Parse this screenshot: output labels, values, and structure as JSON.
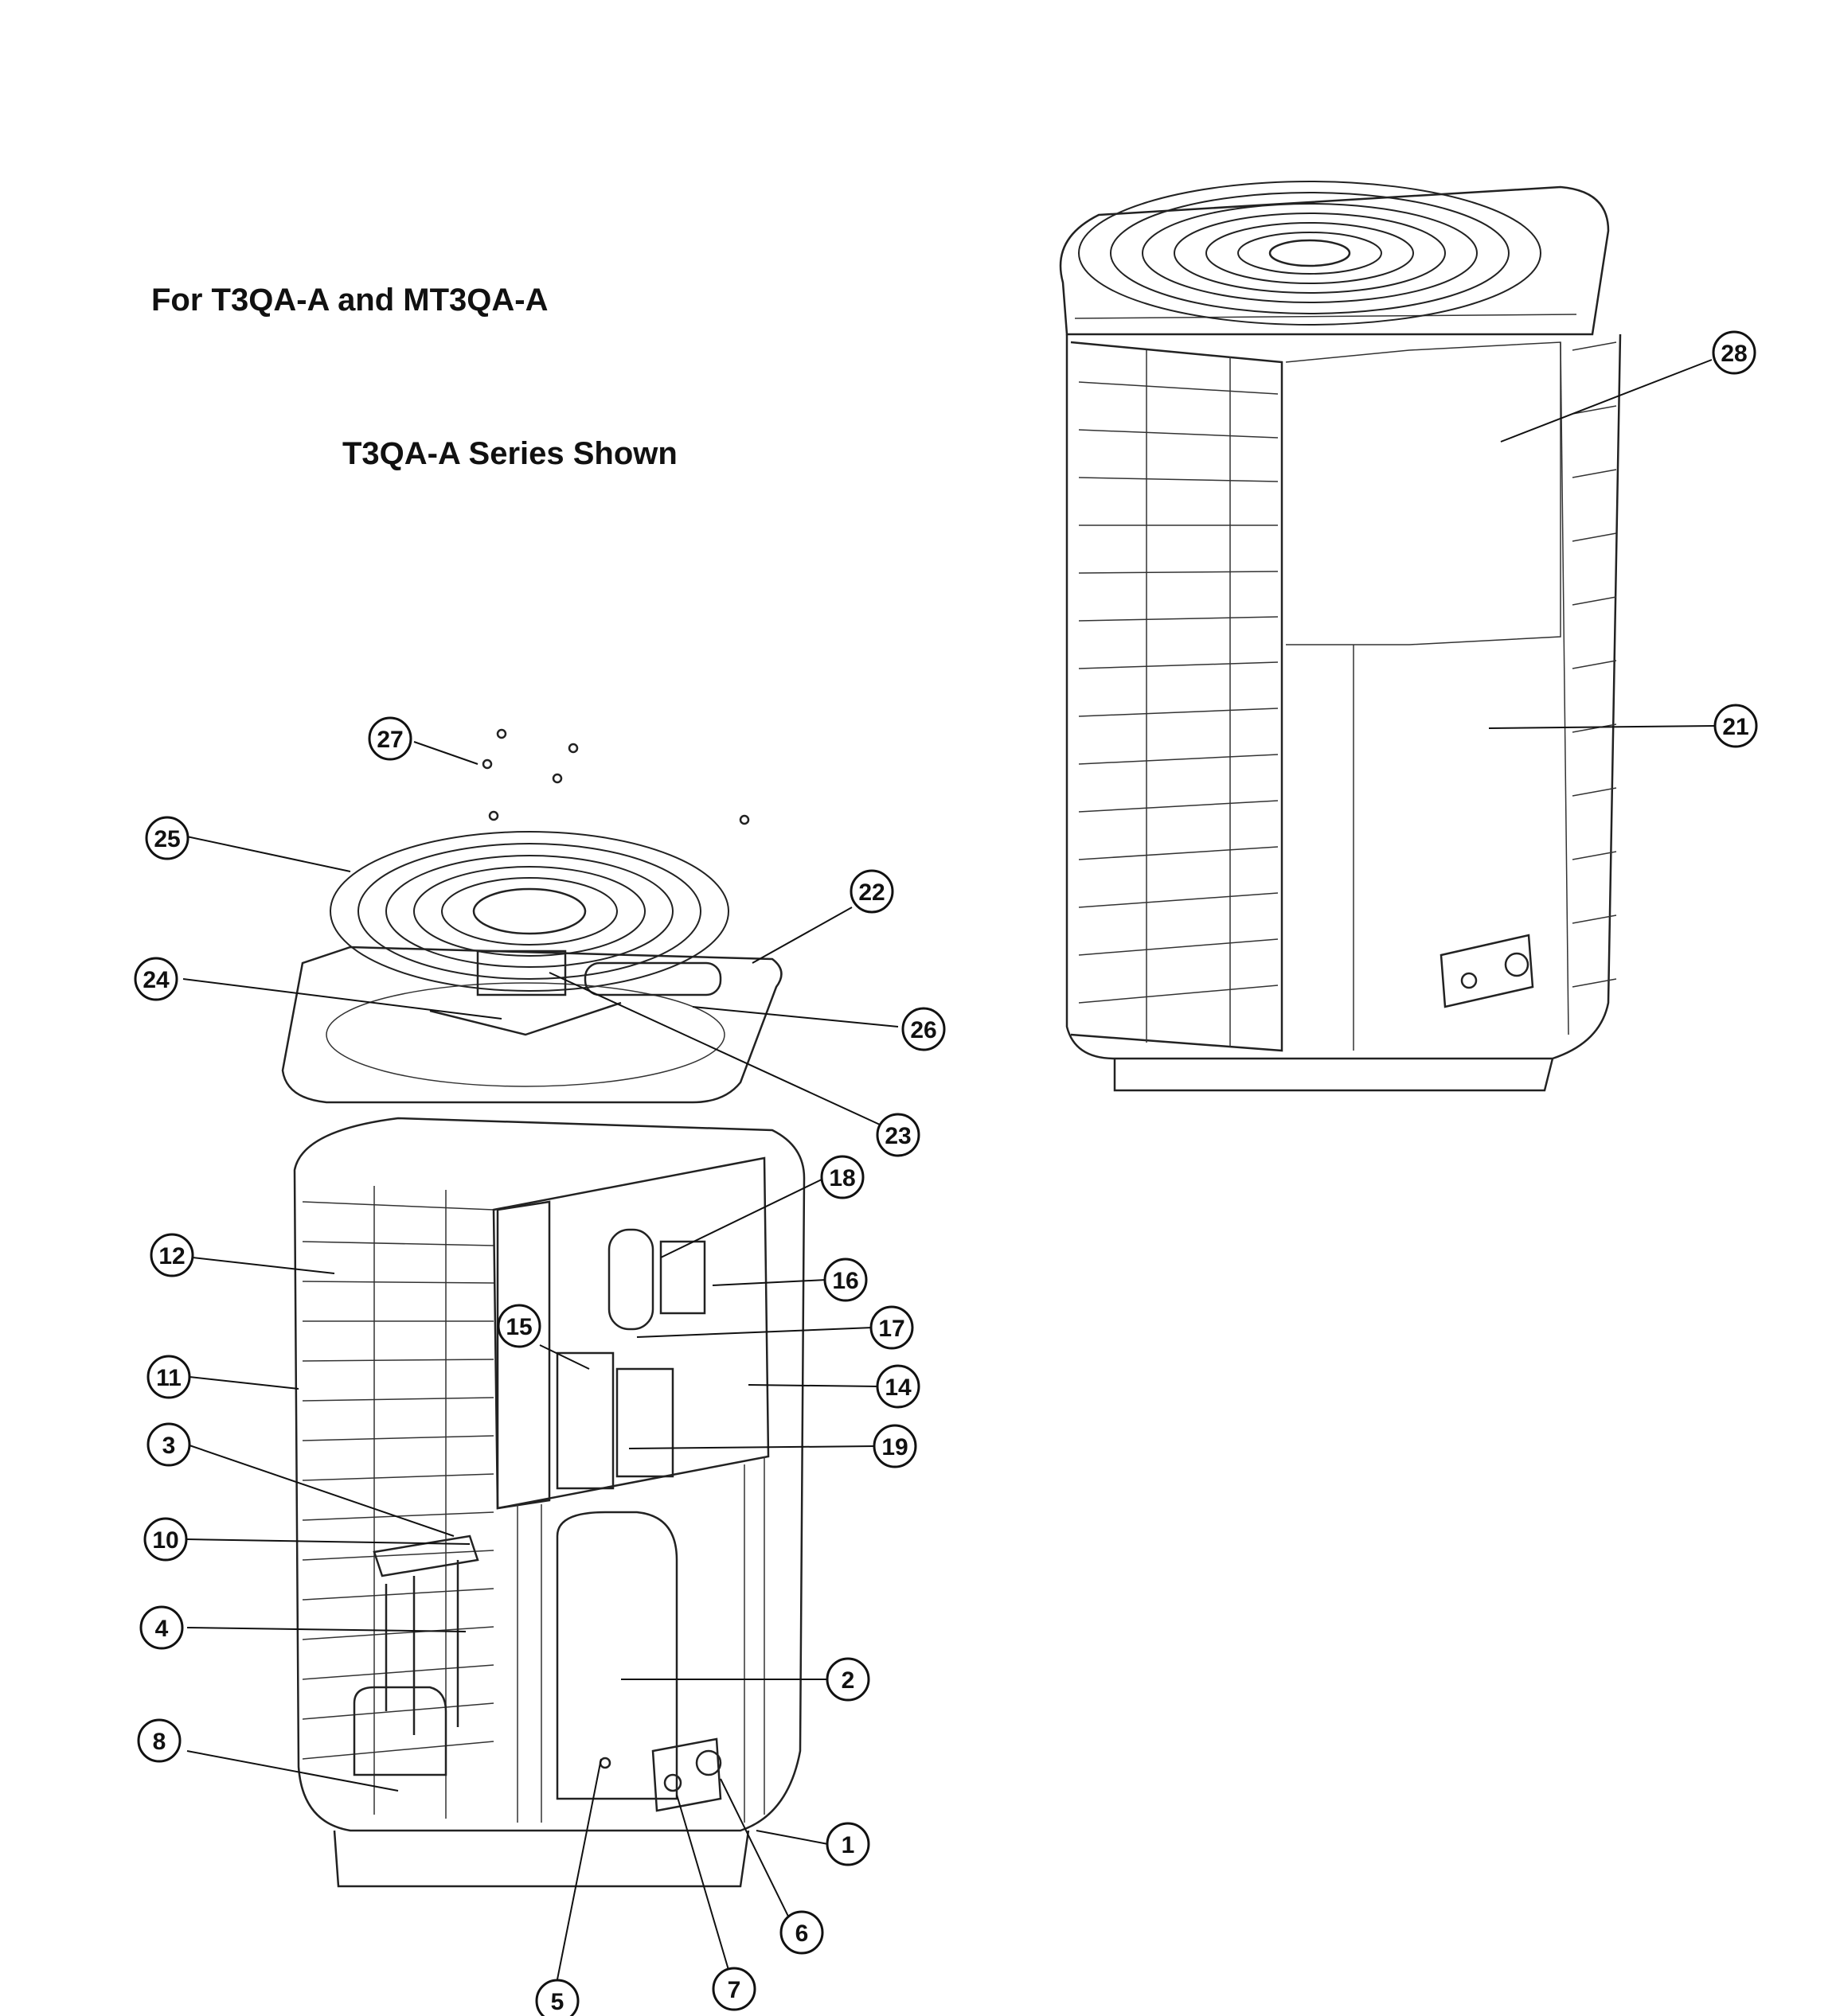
{
  "title_line_1": "For T3QA-A and MT3QA-A",
  "title_line_2": "T3QA-A Series Shown",
  "callouts": [
    {
      "id": "1",
      "label": "1"
    },
    {
      "id": "2",
      "label": "2"
    },
    {
      "id": "3",
      "label": "3"
    },
    {
      "id": "4",
      "label": "4"
    },
    {
      "id": "5",
      "label": "5"
    },
    {
      "id": "6",
      "label": "6"
    },
    {
      "id": "7",
      "label": "7"
    },
    {
      "id": "8",
      "label": "8"
    },
    {
      "id": "10",
      "label": "10"
    },
    {
      "id": "11",
      "label": "11"
    },
    {
      "id": "12",
      "label": "12"
    },
    {
      "id": "14",
      "label": "14"
    },
    {
      "id": "15",
      "label": "15"
    },
    {
      "id": "16",
      "label": "16"
    },
    {
      "id": "17",
      "label": "17"
    },
    {
      "id": "18",
      "label": "18"
    },
    {
      "id": "19",
      "label": "19"
    },
    {
      "id": "21",
      "label": "21"
    },
    {
      "id": "22",
      "label": "22"
    },
    {
      "id": "23",
      "label": "23"
    },
    {
      "id": "24",
      "label": "24"
    },
    {
      "id": "25",
      "label": "25"
    },
    {
      "id": "26",
      "label": "26"
    },
    {
      "id": "27",
      "label": "27"
    },
    {
      "id": "28",
      "label": "28"
    }
  ]
}
